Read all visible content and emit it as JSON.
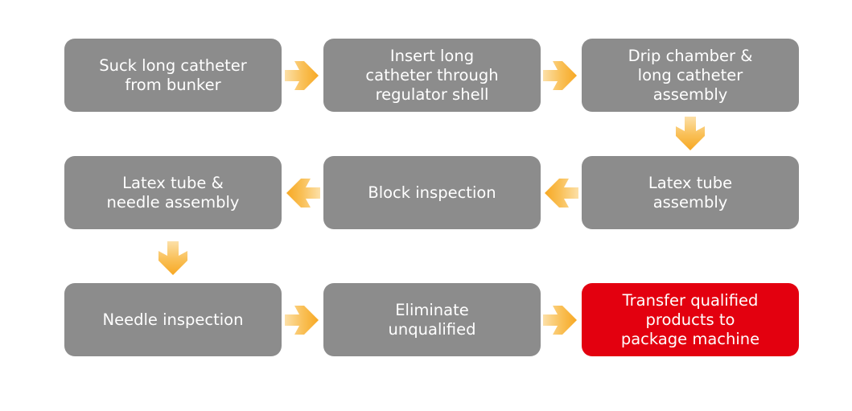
{
  "colors": {
    "box": "#8c8c8c",
    "final_box": "#e3000f",
    "text": "#ffffff",
    "arrow": "#f7a823",
    "arrow_light": "#fce0a8"
  },
  "steps": [
    {
      "id": "suck",
      "label": "Suck long catheter\nfrom bunker"
    },
    {
      "id": "insert",
      "label": "Insert long\ncatheter through\nregulator shell"
    },
    {
      "id": "drip",
      "label": "Drip chamber &\nlong catheter\nassembly"
    },
    {
      "id": "latex-tube",
      "label": "Latex tube\nassembly"
    },
    {
      "id": "block",
      "label": "Block inspection"
    },
    {
      "id": "latex-needle",
      "label": "Latex tube &\nneedle assembly"
    },
    {
      "id": "needle",
      "label": "Needle inspection"
    },
    {
      "id": "eliminate",
      "label": "Eliminate\nunqualified"
    },
    {
      "id": "transfer",
      "label": "Transfer qualified\nproducts to\npackage machine"
    }
  ],
  "arrows": [
    {
      "from": "suck",
      "to": "insert",
      "direction": "right"
    },
    {
      "from": "insert",
      "to": "drip",
      "direction": "right"
    },
    {
      "from": "drip",
      "to": "latex-tube",
      "direction": "down"
    },
    {
      "from": "latex-tube",
      "to": "block",
      "direction": "left"
    },
    {
      "from": "block",
      "to": "latex-needle",
      "direction": "left"
    },
    {
      "from": "latex-needle",
      "to": "needle",
      "direction": "down"
    },
    {
      "from": "needle",
      "to": "eliminate",
      "direction": "right"
    },
    {
      "from": "eliminate",
      "to": "transfer",
      "direction": "right"
    }
  ]
}
